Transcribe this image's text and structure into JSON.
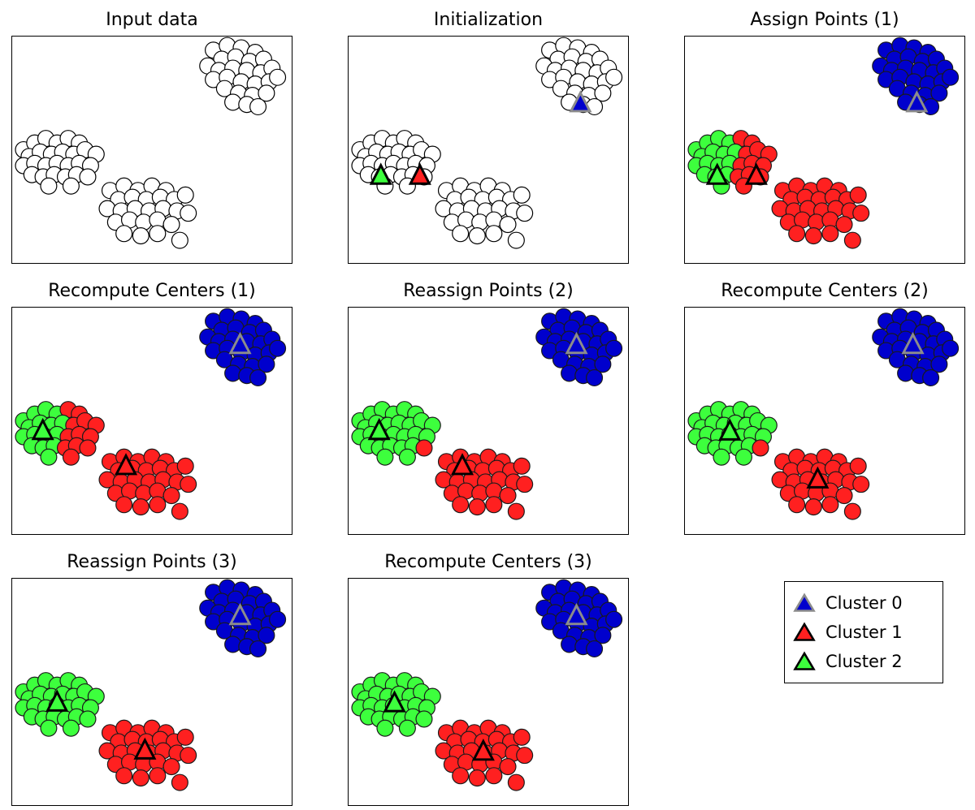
{
  "colors": {
    "c0": "#0000CD",
    "c1": "#FF2020",
    "c2": "#3DFF3D",
    "white": "#FFFFFF",
    "point_edge": "#1A1A1A",
    "white_point_edge": "#000000",
    "center_edge_blue": "#8C8C8C",
    "center_edge_black": "#000000"
  },
  "legend": {
    "items": [
      {
        "label": "Cluster 0",
        "fill_key": "c0",
        "edge": "#8C8C8C"
      },
      {
        "label": "Cluster 1",
        "fill_key": "c1",
        "edge": "#000000"
      },
      {
        "label": "Cluster 2",
        "fill_key": "c2",
        "edge": "#000000"
      }
    ]
  },
  "chart_data": {
    "type": "scatter",
    "description": "K-Means clustering algorithm iterations on three point clusters; triangles mark cluster centers",
    "grid": false,
    "axes_visible": false,
    "x_range": [
      0,
      1
    ],
    "y_range": [
      0,
      1
    ],
    "clusters": {
      "topright": [
        [
          0.72,
          0.06
        ],
        [
          0.77,
          0.04
        ],
        [
          0.82,
          0.05
        ],
        [
          0.87,
          0.07
        ],
        [
          0.75,
          0.1
        ],
        [
          0.8,
          0.09
        ],
        [
          0.85,
          0.11
        ],
        [
          0.9,
          0.1
        ],
        [
          0.7,
          0.13
        ],
        [
          0.74,
          0.15
        ],
        [
          0.79,
          0.14
        ],
        [
          0.84,
          0.15
        ],
        [
          0.89,
          0.16
        ],
        [
          0.93,
          0.14
        ],
        [
          0.72,
          0.19
        ],
        [
          0.77,
          0.18
        ],
        [
          0.82,
          0.2
        ],
        [
          0.87,
          0.21
        ],
        [
          0.92,
          0.2
        ],
        [
          0.76,
          0.23
        ],
        [
          0.81,
          0.25
        ],
        [
          0.86,
          0.26
        ],
        [
          0.91,
          0.25
        ],
        [
          0.79,
          0.29
        ],
        [
          0.84,
          0.3
        ],
        [
          0.88,
          0.31
        ],
        [
          0.95,
          0.18
        ]
      ],
      "left": [
        [
          0.04,
          0.5
        ],
        [
          0.08,
          0.47
        ],
        [
          0.12,
          0.45
        ],
        [
          0.16,
          0.47
        ],
        [
          0.2,
          0.45
        ],
        [
          0.24,
          0.47
        ],
        [
          0.06,
          0.53
        ],
        [
          0.1,
          0.51
        ],
        [
          0.14,
          0.52
        ],
        [
          0.18,
          0.51
        ],
        [
          0.22,
          0.52
        ],
        [
          0.26,
          0.5
        ],
        [
          0.3,
          0.52
        ],
        [
          0.04,
          0.57
        ],
        [
          0.08,
          0.56
        ],
        [
          0.12,
          0.57
        ],
        [
          0.16,
          0.56
        ],
        [
          0.2,
          0.57
        ],
        [
          0.24,
          0.56
        ],
        [
          0.28,
          0.57
        ],
        [
          0.07,
          0.61
        ],
        [
          0.11,
          0.62
        ],
        [
          0.15,
          0.61
        ],
        [
          0.19,
          0.62
        ],
        [
          0.23,
          0.61
        ],
        [
          0.27,
          0.62
        ],
        [
          0.13,
          0.66
        ],
        [
          0.21,
          0.66
        ]
      ],
      "bottom": [
        [
          0.35,
          0.68
        ],
        [
          0.4,
          0.66
        ],
        [
          0.45,
          0.68
        ],
        [
          0.5,
          0.66
        ],
        [
          0.55,
          0.68
        ],
        [
          0.38,
          0.72
        ],
        [
          0.43,
          0.71
        ],
        [
          0.48,
          0.72
        ],
        [
          0.53,
          0.71
        ],
        [
          0.58,
          0.72
        ],
        [
          0.62,
          0.7
        ],
        [
          0.34,
          0.76
        ],
        [
          0.39,
          0.77
        ],
        [
          0.44,
          0.76
        ],
        [
          0.49,
          0.77
        ],
        [
          0.54,
          0.76
        ],
        [
          0.59,
          0.77
        ],
        [
          0.63,
          0.78
        ],
        [
          0.37,
          0.82
        ],
        [
          0.42,
          0.81
        ],
        [
          0.47,
          0.82
        ],
        [
          0.52,
          0.81
        ],
        [
          0.57,
          0.83
        ],
        [
          0.4,
          0.87
        ],
        [
          0.46,
          0.88
        ],
        [
          0.52,
          0.87
        ],
        [
          0.6,
          0.9
        ]
      ]
    },
    "panels": [
      {
        "title": "Input data",
        "assign": {
          "topright": "white",
          "left": "white",
          "bottom": "white"
        },
        "centers": []
      },
      {
        "title": "Initialization",
        "assign": {
          "topright": "white",
          "left": "white",
          "bottom": "white"
        },
        "centers": [
          {
            "cluster": 0,
            "x": 0.83,
            "y": 0.295
          },
          {
            "cluster": 1,
            "x": 0.255,
            "y": 0.615
          },
          {
            "cluster": 2,
            "x": 0.115,
            "y": 0.615
          }
        ]
      },
      {
        "title": "Assign Points (1)",
        "assign": {
          "topright": "c0",
          "left": [
            "c2",
            "c2",
            "c2",
            "c2",
            "c1",
            "c1",
            "c2",
            "c2",
            "c2",
            "c2",
            "c1",
            "c1",
            "c1",
            "c2",
            "c2",
            "c2",
            "c2",
            "c1",
            "c1",
            "c1",
            "c2",
            "c2",
            "c2",
            "c1",
            "c1",
            "c1",
            "c2",
            "c1"
          ],
          "bottom": "c1"
        },
        "centers": [
          {
            "cluster": 0,
            "x": 0.83,
            "y": 0.295
          },
          {
            "cluster": 1,
            "x": 0.255,
            "y": 0.615
          },
          {
            "cluster": 2,
            "x": 0.115,
            "y": 0.615
          }
        ]
      },
      {
        "title": "Recompute Centers (1)",
        "assign": {
          "topright": "c0",
          "left": [
            "c2",
            "c2",
            "c2",
            "c2",
            "c1",
            "c1",
            "c2",
            "c2",
            "c2",
            "c2",
            "c1",
            "c1",
            "c1",
            "c2",
            "c2",
            "c2",
            "c2",
            "c1",
            "c1",
            "c1",
            "c2",
            "c2",
            "c2",
            "c1",
            "c1",
            "c1",
            "c2",
            "c1"
          ],
          "bottom": "c1"
        },
        "centers": [
          {
            "cluster": 0,
            "x": 0.816,
            "y": 0.165
          },
          {
            "cluster": 1,
            "x": 0.407,
            "y": 0.7
          },
          {
            "cluster": 2,
            "x": 0.109,
            "y": 0.545
          }
        ]
      },
      {
        "title": "Reassign Points (2)",
        "assign": {
          "topright": "c0",
          "left": [
            "c2",
            "c2",
            "c2",
            "c2",
            "c2",
            "c2",
            "c2",
            "c2",
            "c2",
            "c2",
            "c2",
            "c2",
            "c2",
            "c2",
            "c2",
            "c2",
            "c2",
            "c2",
            "c2",
            "c2",
            "c2",
            "c2",
            "c2",
            "c2",
            "c2",
            "c1",
            "c2",
            "c2"
          ],
          "bottom": "c1"
        },
        "centers": [
          {
            "cluster": 0,
            "x": 0.816,
            "y": 0.165
          },
          {
            "cluster": 1,
            "x": 0.407,
            "y": 0.7
          },
          {
            "cluster": 2,
            "x": 0.109,
            "y": 0.545
          }
        ]
      },
      {
        "title": "Recompute Centers (2)",
        "assign": {
          "topright": "c0",
          "left": [
            "c2",
            "c2",
            "c2",
            "c2",
            "c2",
            "c2",
            "c2",
            "c2",
            "c2",
            "c2",
            "c2",
            "c2",
            "c2",
            "c2",
            "c2",
            "c2",
            "c2",
            "c2",
            "c2",
            "c2",
            "c2",
            "c2",
            "c2",
            "c2",
            "c2",
            "c1",
            "c2",
            "c2"
          ],
          "bottom": "c1"
        },
        "centers": [
          {
            "cluster": 0,
            "x": 0.816,
            "y": 0.165
          },
          {
            "cluster": 1,
            "x": 0.475,
            "y": 0.759
          },
          {
            "cluster": 2,
            "x": 0.16,
            "y": 0.547
          }
        ]
      },
      {
        "title": "Reassign Points (3)",
        "assign": {
          "topright": "c0",
          "left": "c2",
          "bottom": "c1"
        },
        "centers": [
          {
            "cluster": 0,
            "x": 0.816,
            "y": 0.165
          },
          {
            "cluster": 1,
            "x": 0.475,
            "y": 0.759
          },
          {
            "cluster": 2,
            "x": 0.16,
            "y": 0.547
          }
        ]
      },
      {
        "title": "Recompute Centers (3)",
        "assign": {
          "topright": "c0",
          "left": "c2",
          "bottom": "c1"
        },
        "centers": [
          {
            "cluster": 0,
            "x": 0.816,
            "y": 0.165
          },
          {
            "cluster": 1,
            "x": 0.482,
            "y": 0.764
          },
          {
            "cluster": 2,
            "x": 0.164,
            "y": 0.55
          }
        ]
      }
    ]
  }
}
